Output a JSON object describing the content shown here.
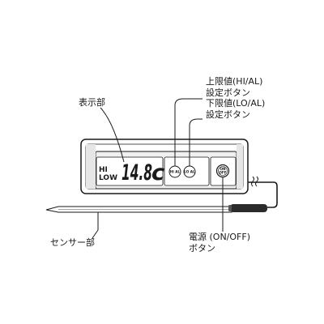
{
  "labels": {
    "display": "表示部",
    "hi_button_line1": "上限値(HI/AL)",
    "hi_button_line2": "設定ボタン",
    "lo_button_line1": "下限値(LO/AL)",
    "lo_button_line2": "設定ボタン",
    "sensor": "センサー部",
    "power_line1": "電源 (ON/OFF)",
    "power_line2": "ボタン"
  },
  "lcd": {
    "hi": "HI",
    "low": "LOW",
    "reading": "14.8",
    "unit": "c"
  },
  "buttons": {
    "hi": "HI AL",
    "lo": "LO AL",
    "power_line1": "ON",
    "power_line2": "OFF"
  },
  "icons": [
    "cable-break-icon"
  ]
}
